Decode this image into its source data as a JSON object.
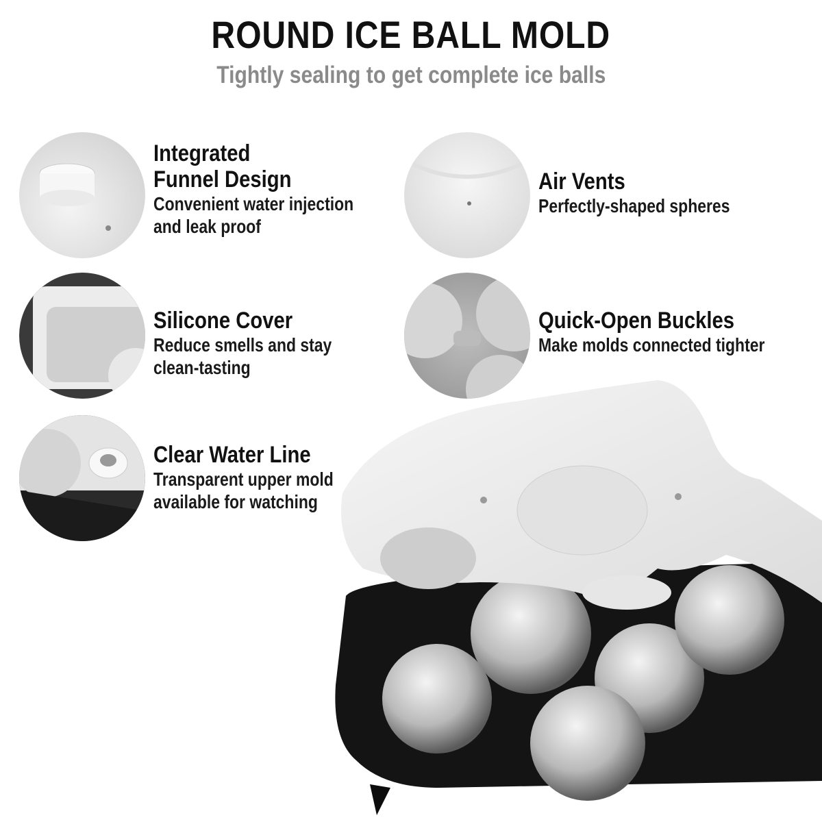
{
  "header": {
    "title": "ROUND ICE BALL MOLD",
    "subtitle": "Tightly sealing to get complete ice balls"
  },
  "features": [
    {
      "heading_lines": [
        "Integrated",
        "Funnel Design"
      ],
      "body_lines": [
        "Convenient water injection",
        "and leak proof"
      ],
      "image": "funnel-closeup"
    },
    {
      "heading_lines": [
        "Air Vents"
      ],
      "body_lines": [
        "Perfectly-shaped spheres"
      ],
      "image": "air-vent-closeup"
    },
    {
      "heading_lines": [
        "Silicone Cover"
      ],
      "body_lines": [
        "Reduce smells and stay",
        "clean-tasting"
      ],
      "image": "cover-closeup"
    },
    {
      "heading_lines": [
        "Quick-Open Buckles"
      ],
      "body_lines": [
        "Make molds connected tighter"
      ],
      "image": "buckle-closeup"
    },
    {
      "heading_lines": [
        "Clear Water Line"
      ],
      "body_lines": [
        "Transparent upper mold",
        "available for watching"
      ],
      "image": "water-line-closeup"
    }
  ],
  "colors": {
    "title": "#111111",
    "subtitle": "#8a8a8a",
    "tray": "#141414",
    "lid": "#f0f0f0"
  }
}
